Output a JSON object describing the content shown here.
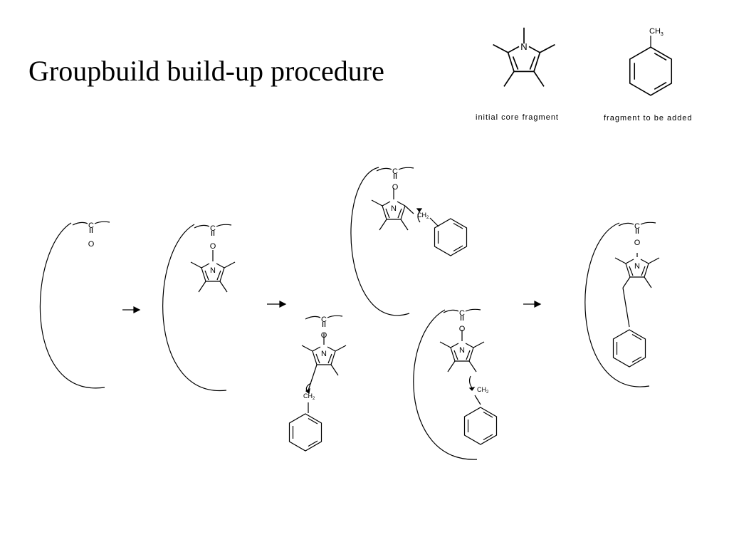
{
  "title": "Groupbuild build-up procedure",
  "captions": {
    "core": "initial core fragment",
    "fragment": "fragment to be added"
  },
  "atoms": {
    "nitrogen": "N",
    "carbon": "C",
    "oxygen": "O",
    "methyl_c": "CH",
    "methyl_sub": "3",
    "methylene_c": "CH",
    "methylene_sub": "2"
  },
  "arrow_glyph": "→"
}
